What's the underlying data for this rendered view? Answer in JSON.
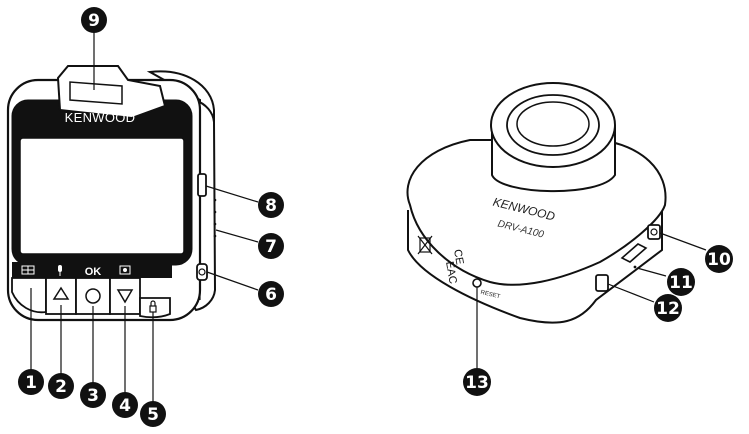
{
  "left_device": {
    "brand": "KENWOOD",
    "ok_label": "OK",
    "callouts": [
      "1",
      "2",
      "3",
      "4",
      "5",
      "6",
      "7",
      "8",
      "9"
    ]
  },
  "right_device": {
    "brand": "KENWOOD",
    "model": "DRV-A100",
    "reset_label": "RESET",
    "ce_mark": "CE",
    "eac_mark": "EAC",
    "callouts": [
      "10",
      "11",
      "12",
      "13"
    ]
  },
  "colors": {
    "callout": "#111111",
    "body": "#ffffff",
    "screen": "#ffffff",
    "bezel": "#111111"
  }
}
